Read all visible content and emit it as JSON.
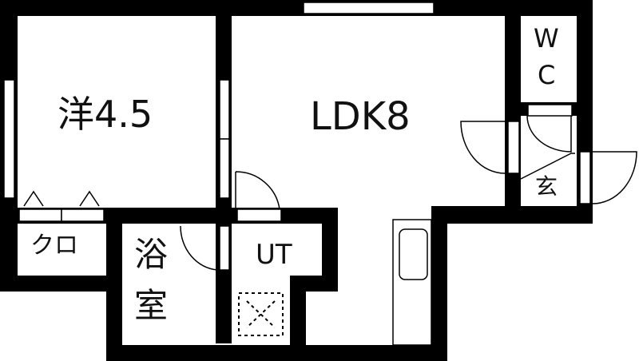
{
  "rooms": {
    "western_room": "洋4.5",
    "ldk": "LDK8",
    "wc_top": "W",
    "wc_bottom": "C",
    "entrance": "玄",
    "closet": "クロ",
    "bath_top": "浴",
    "bath_bottom": "室",
    "utility": "UT"
  },
  "colors": {
    "wall": "#000000",
    "floor": "#ffffff"
  }
}
